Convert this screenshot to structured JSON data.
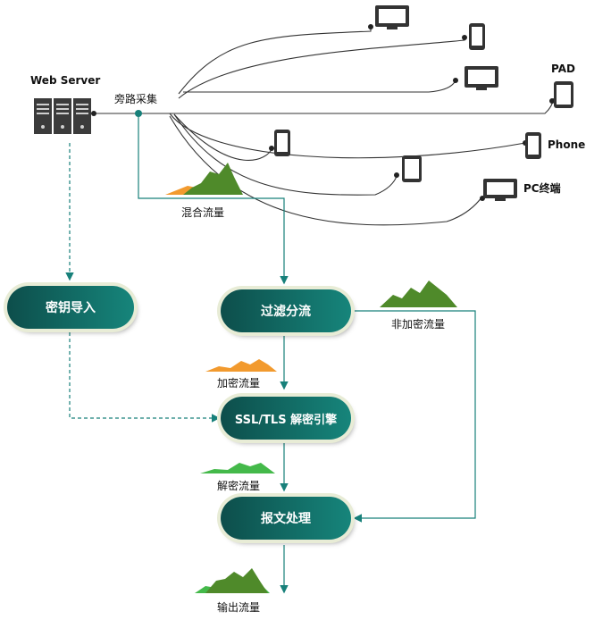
{
  "server": {
    "label": "Web Server",
    "icon": "server-rack-icon"
  },
  "tap": {
    "label": "旁路采集"
  },
  "devices": {
    "pad": "PAD",
    "phone": "Phone",
    "pc": "PC终端"
  },
  "flows": {
    "mixed": "混合流量",
    "unencrypted": "非加密流量",
    "encrypted": "加密流量",
    "decrypted": "解密流量",
    "output": "输出流量"
  },
  "nodes": {
    "key_import": "密钥导入",
    "filter": "过滤分流",
    "decrypt": "SSL/TLS 解密引擎",
    "process": "报文处理"
  },
  "colors": {
    "teal_dark": "#0d4e4b",
    "teal_light": "#16857b",
    "flow_green": "#4f8a2a",
    "flow_orange": "#f29a2e",
    "flow_lightgreen": "#44b94a"
  }
}
